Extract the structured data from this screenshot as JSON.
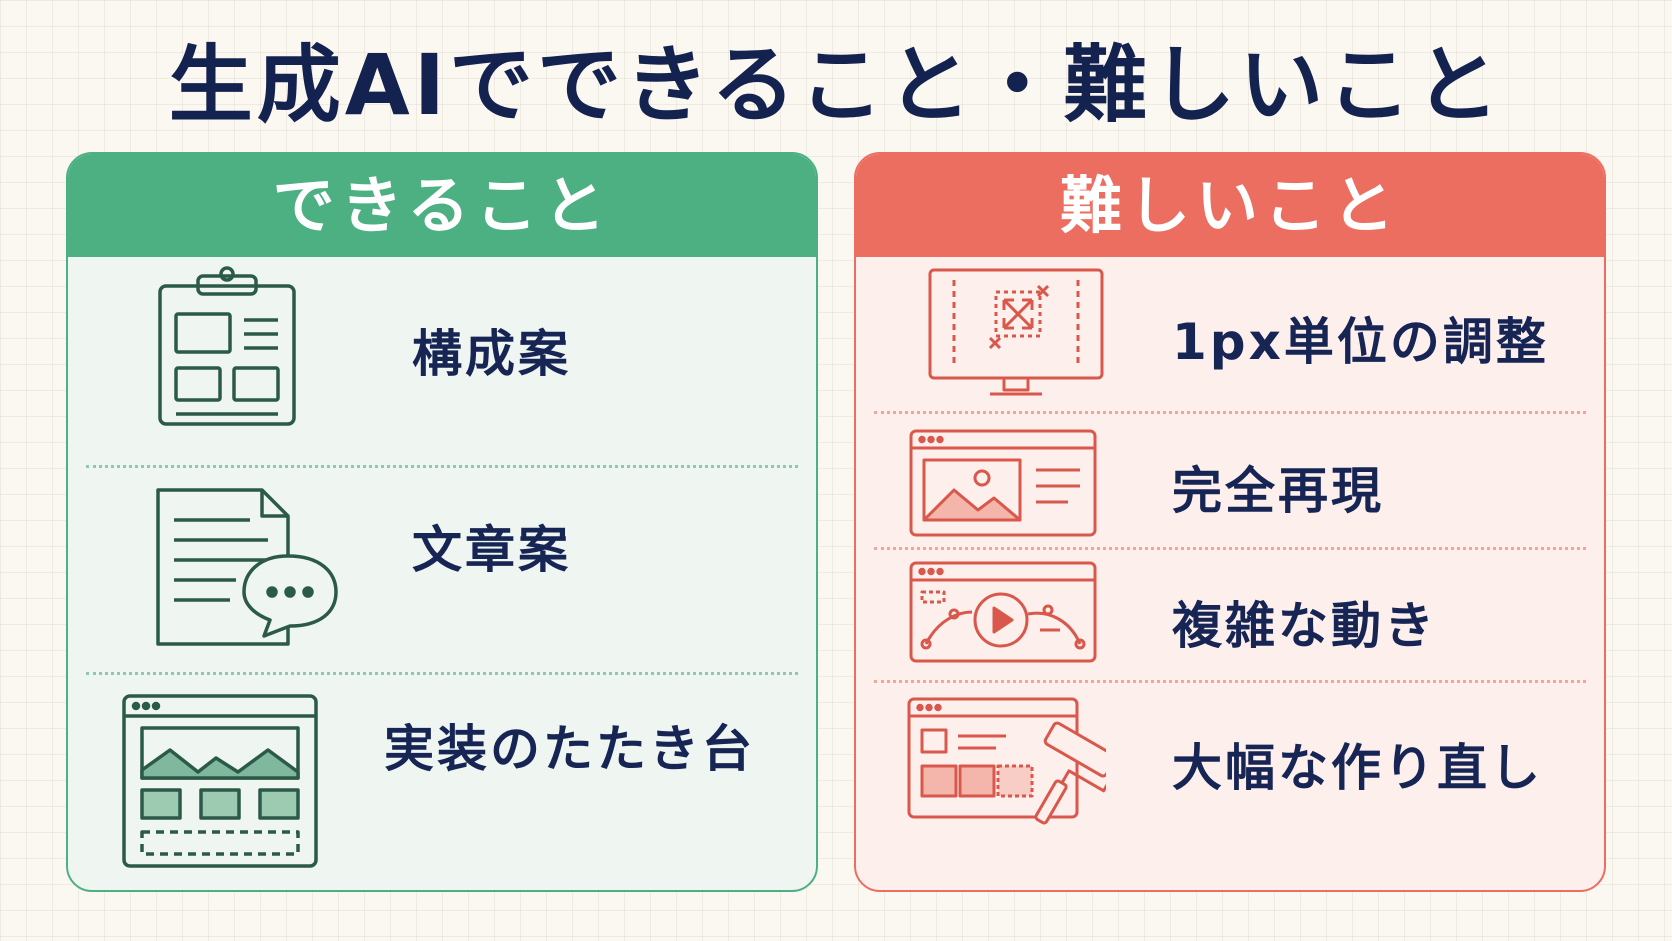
{
  "title": "生成AIでできること・難しいこと",
  "can": {
    "header": "できること",
    "items": [
      {
        "label": "構成案",
        "icon": "clipboard-wireframe-icon"
      },
      {
        "label": "文章案",
        "icon": "document-chat-icon"
      },
      {
        "label": "実装のたたき台",
        "icon": "browser-layout-icon"
      }
    ],
    "color": "#4cb083"
  },
  "hard": {
    "header": "難しいこと",
    "items": [
      {
        "label": "1px単位の調整",
        "icon": "monitor-resize-icon"
      },
      {
        "label": "完全再現",
        "icon": "browser-image-icon"
      },
      {
        "label": "複雑な動き",
        "icon": "browser-animation-icon"
      },
      {
        "label": "大幅な作り直し",
        "icon": "browser-paint-roller-icon"
      }
    ],
    "color": "#ec6e60"
  }
}
